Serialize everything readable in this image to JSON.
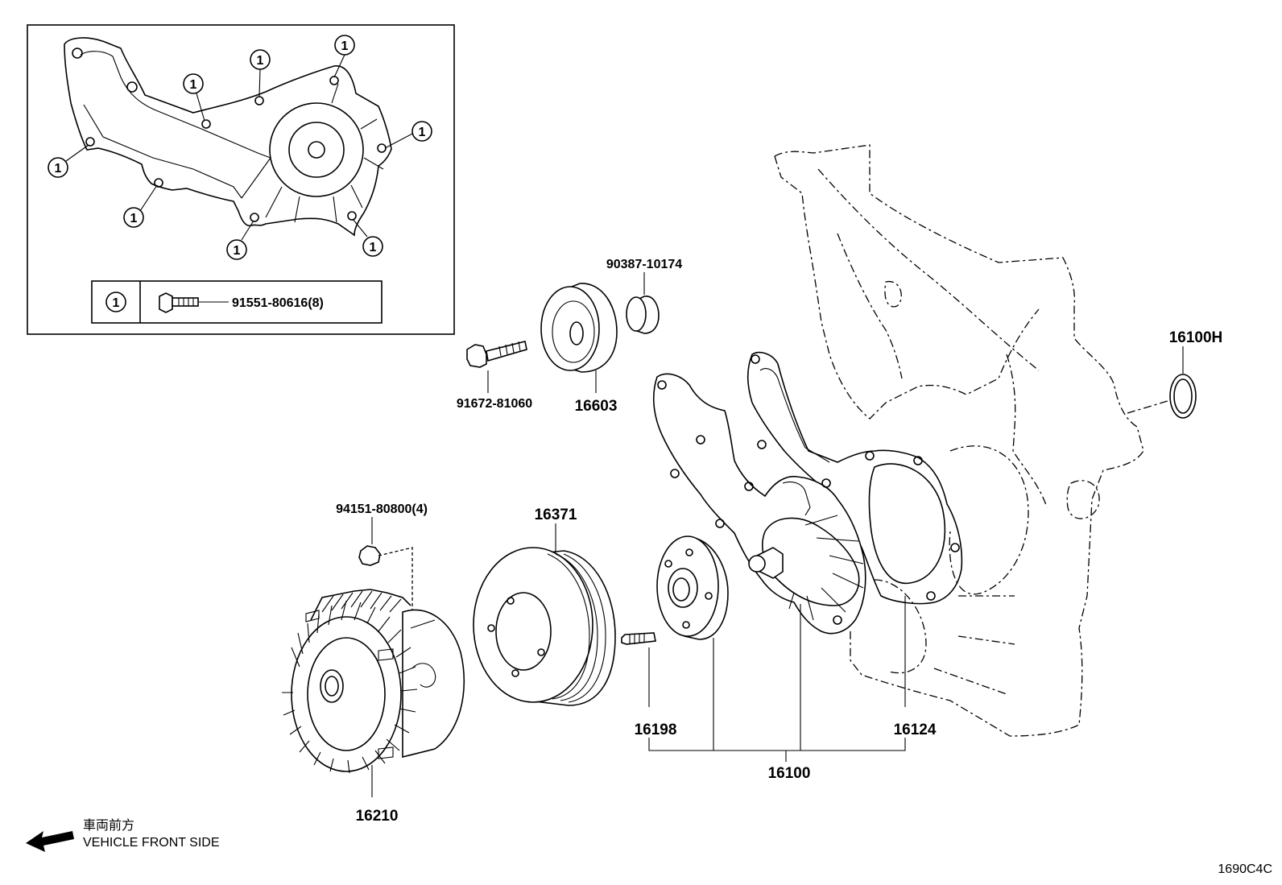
{
  "inset": {
    "callout_symbol": "1",
    "legend_part": "91551-80616(8)"
  },
  "parts": {
    "p90387": "90387-10174",
    "p91672": "91672-81060",
    "p16603": "16603",
    "p16100H": "16100H",
    "p94151": "94151-80800(4)",
    "p16371": "16371",
    "p16210": "16210",
    "p16198": "16198",
    "p16124": "16124",
    "p16100": "16100"
  },
  "direction": {
    "japanese": "車両前方",
    "english": "VEHICLE FRONT SIDE",
    "arrow_icon": "left-arrow-icon"
  },
  "diagram_code": "1690C4C"
}
